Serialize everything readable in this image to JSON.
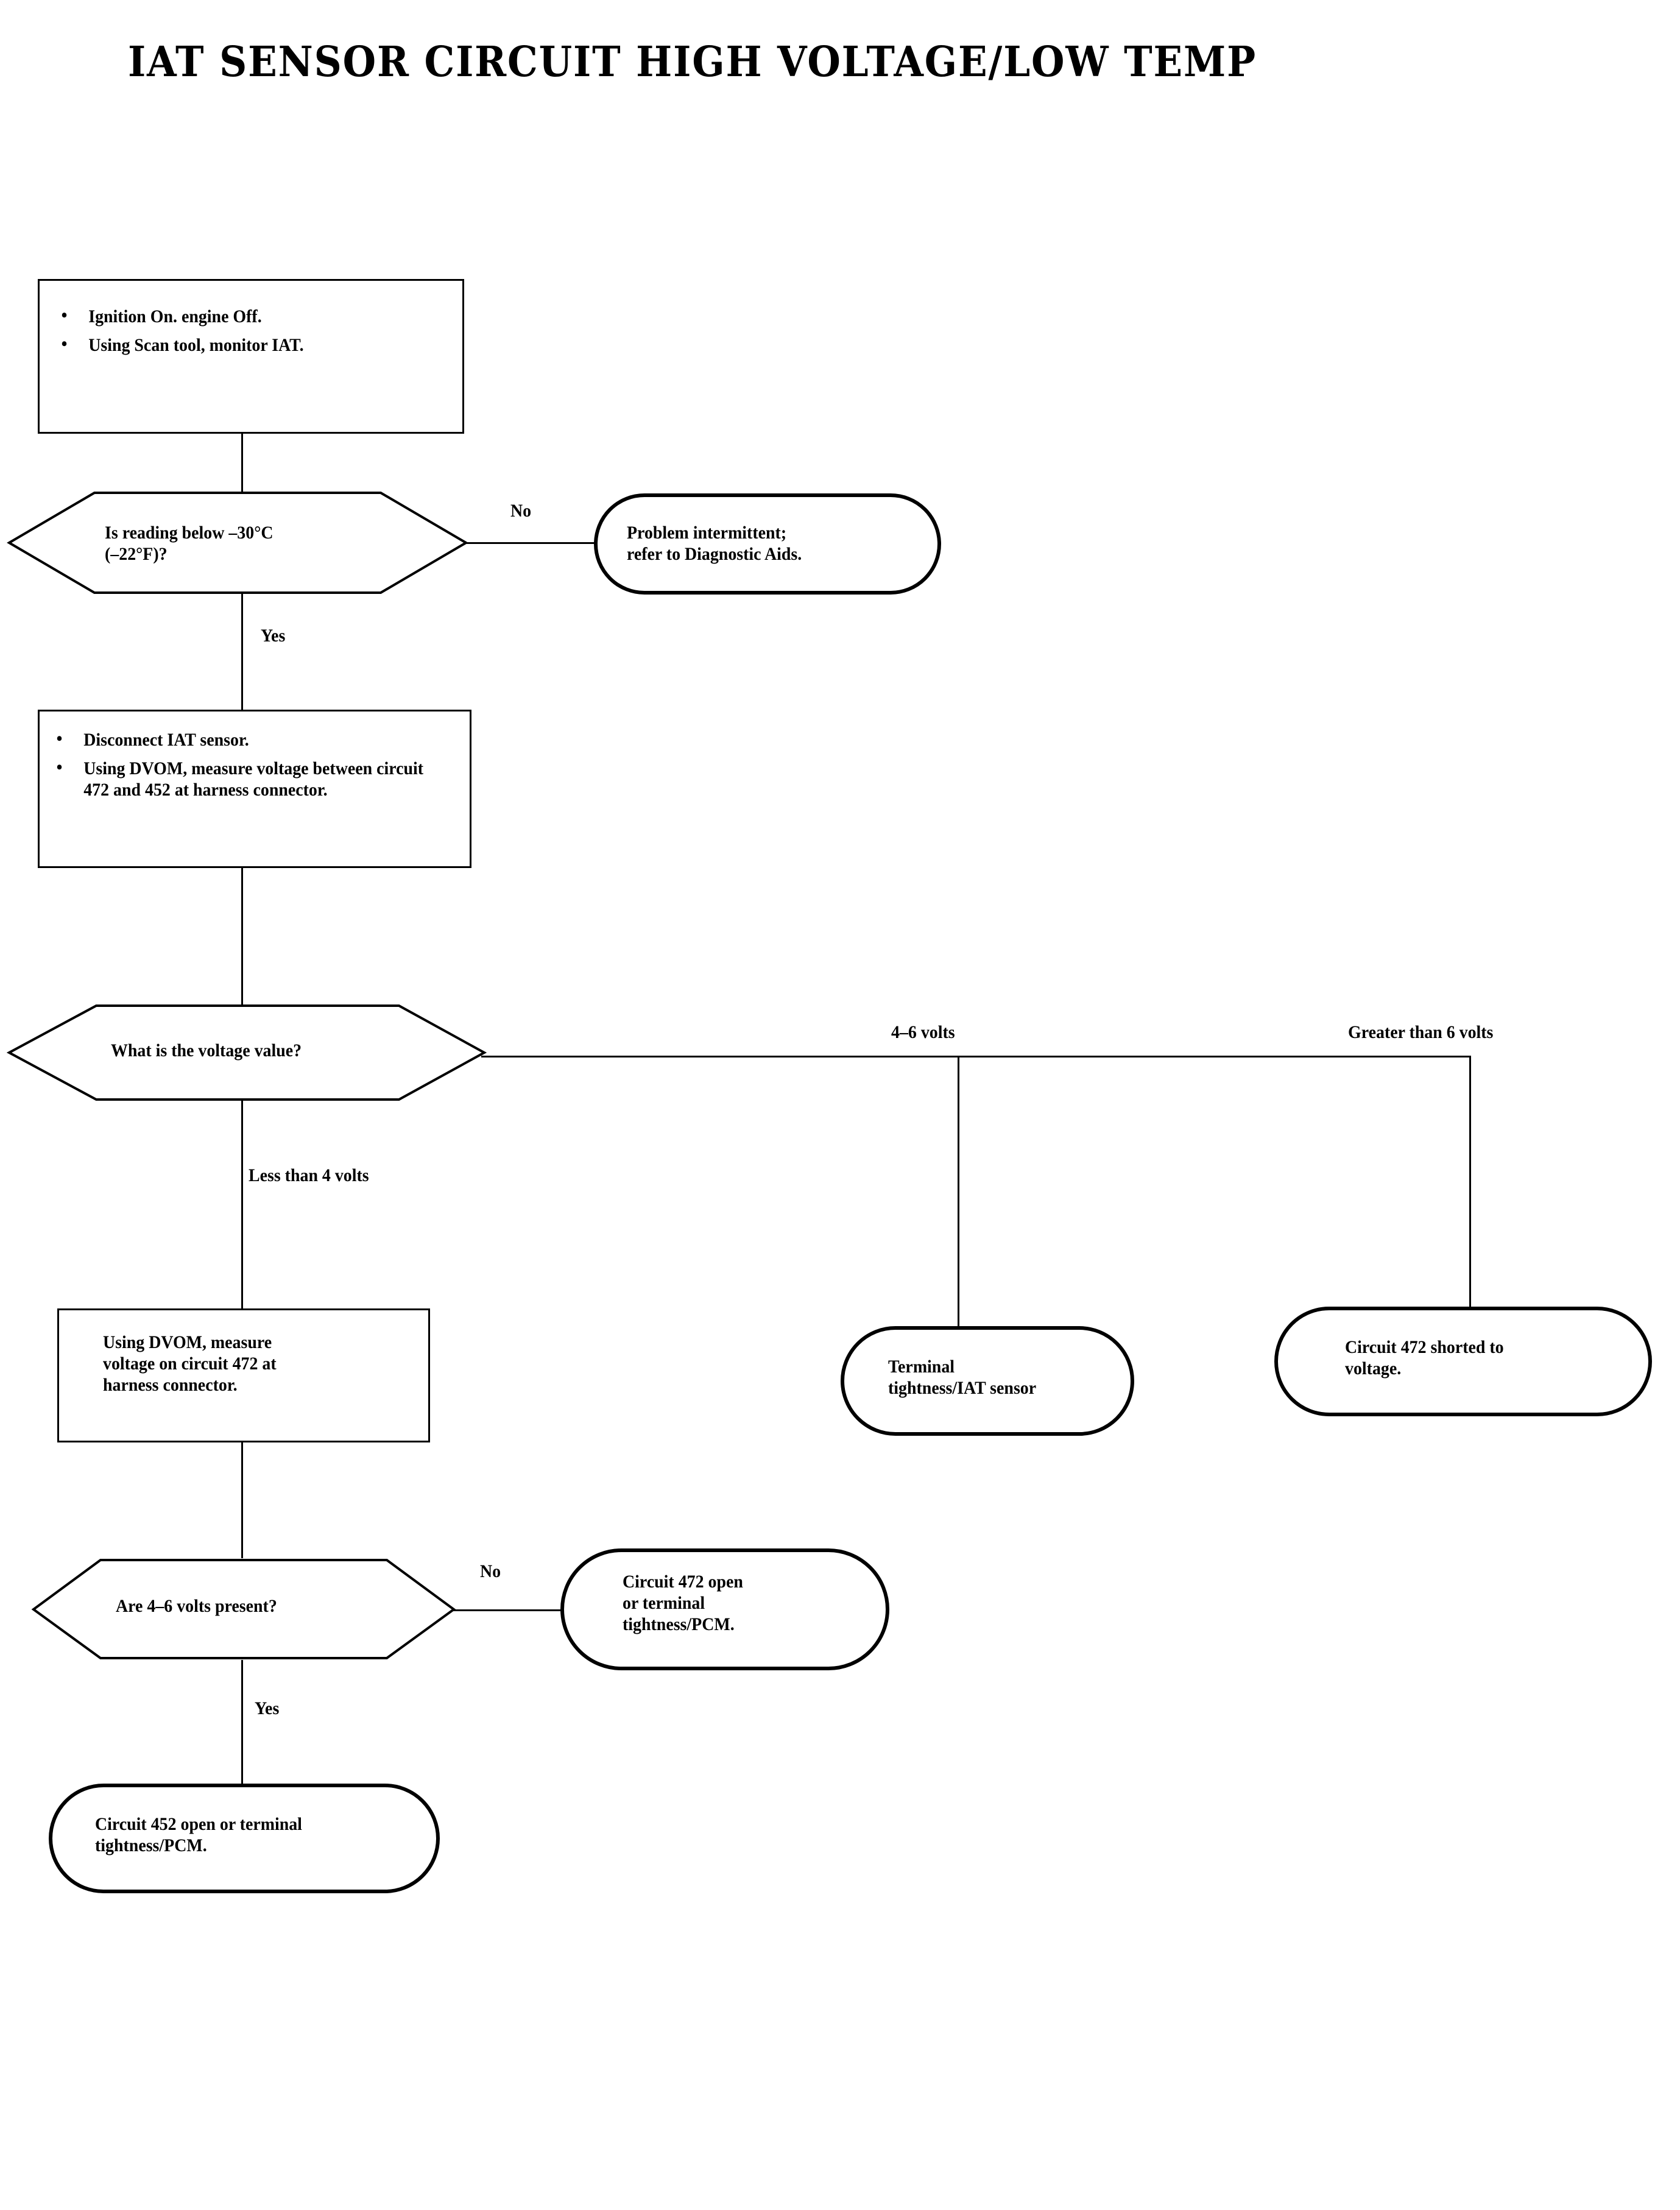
{
  "title": "IAT SENSOR CIRCUIT HIGH VOLTAGE/LOW TEMP",
  "flowchart": {
    "nodes": {
      "step1": {
        "type": "process",
        "bullets": [
          "Ignition On. engine Off.",
          "Using Scan tool, monitor IAT."
        ]
      },
      "decision1": {
        "type": "decision",
        "text": "Is reading below –30°C\n(–22°F)?"
      },
      "outcome1": {
        "type": "terminator",
        "text": "Problem intermittent;\nrefer to Diagnostic Aids."
      },
      "step2": {
        "type": "process",
        "bullets": [
          "Disconnect IAT sensor.",
          "Using DVOM, measure voltage between circuit 472 and 452 at harness connector."
        ]
      },
      "decision2": {
        "type": "decision",
        "text": "What is the voltage value?"
      },
      "step3": {
        "type": "process",
        "text": "Using DVOM, measure\nvoltage on circuit 472 at\nharness connector."
      },
      "outcome2": {
        "type": "terminator",
        "text": "Terminal\ntightness/IAT sensor"
      },
      "outcome3": {
        "type": "terminator",
        "text": "Circuit 472 shorted to\nvoltage."
      },
      "decision3": {
        "type": "decision",
        "text": "Are 4–6 volts present?"
      },
      "outcome4": {
        "type": "terminator",
        "text": "Circuit 472 open\nor terminal\ntightness/PCM."
      },
      "outcome5": {
        "type": "terminator",
        "text": "Circuit 452 open or terminal\ntightness/PCM."
      }
    },
    "edge_labels": {
      "d1_no": "No",
      "d1_yes": "Yes",
      "d2_mid": "4–6 volts",
      "d2_right": "Greater than 6 volts",
      "d2_left": "Less than 4 volts",
      "d3_no": "No",
      "d3_yes": "Yes"
    }
  },
  "colors": {
    "stroke": "#000000",
    "background": "#ffffff"
  }
}
